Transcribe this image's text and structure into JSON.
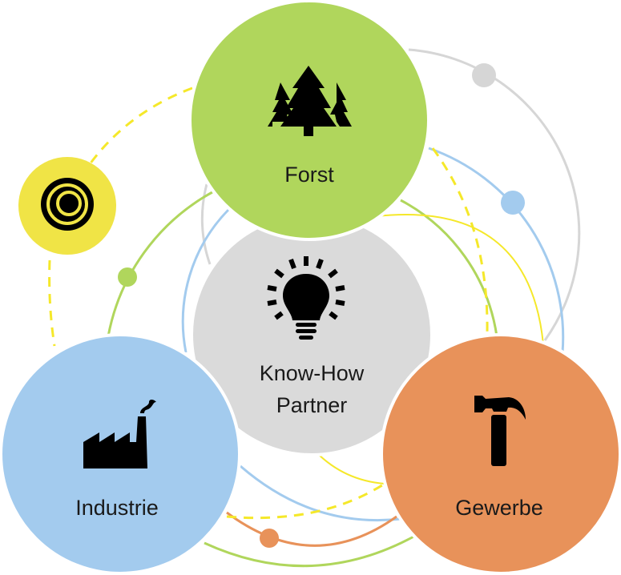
{
  "nodes": {
    "forst": {
      "label": "Forst",
      "icon": "trees-icon",
      "color": "#b0d65c"
    },
    "center": {
      "label_line1": "Know-How",
      "label_line2": "Partner",
      "icon": "lightbulb-icon",
      "color": "#dadada"
    },
    "industrie": {
      "label": "Industrie",
      "icon": "factory-icon",
      "color": "#a3cbee"
    },
    "gewerbe": {
      "label": "Gewerbe",
      "icon": "hammer-icon",
      "color": "#e8925a"
    },
    "rings": {
      "icon": "rings-icon",
      "color": "#f0e446"
    }
  },
  "colors": {
    "gray": "#d6d6d6",
    "blue": "#a3cbee",
    "green": "#b0d65c",
    "orange": "#e8925a",
    "yellow": "#f5e82a"
  }
}
